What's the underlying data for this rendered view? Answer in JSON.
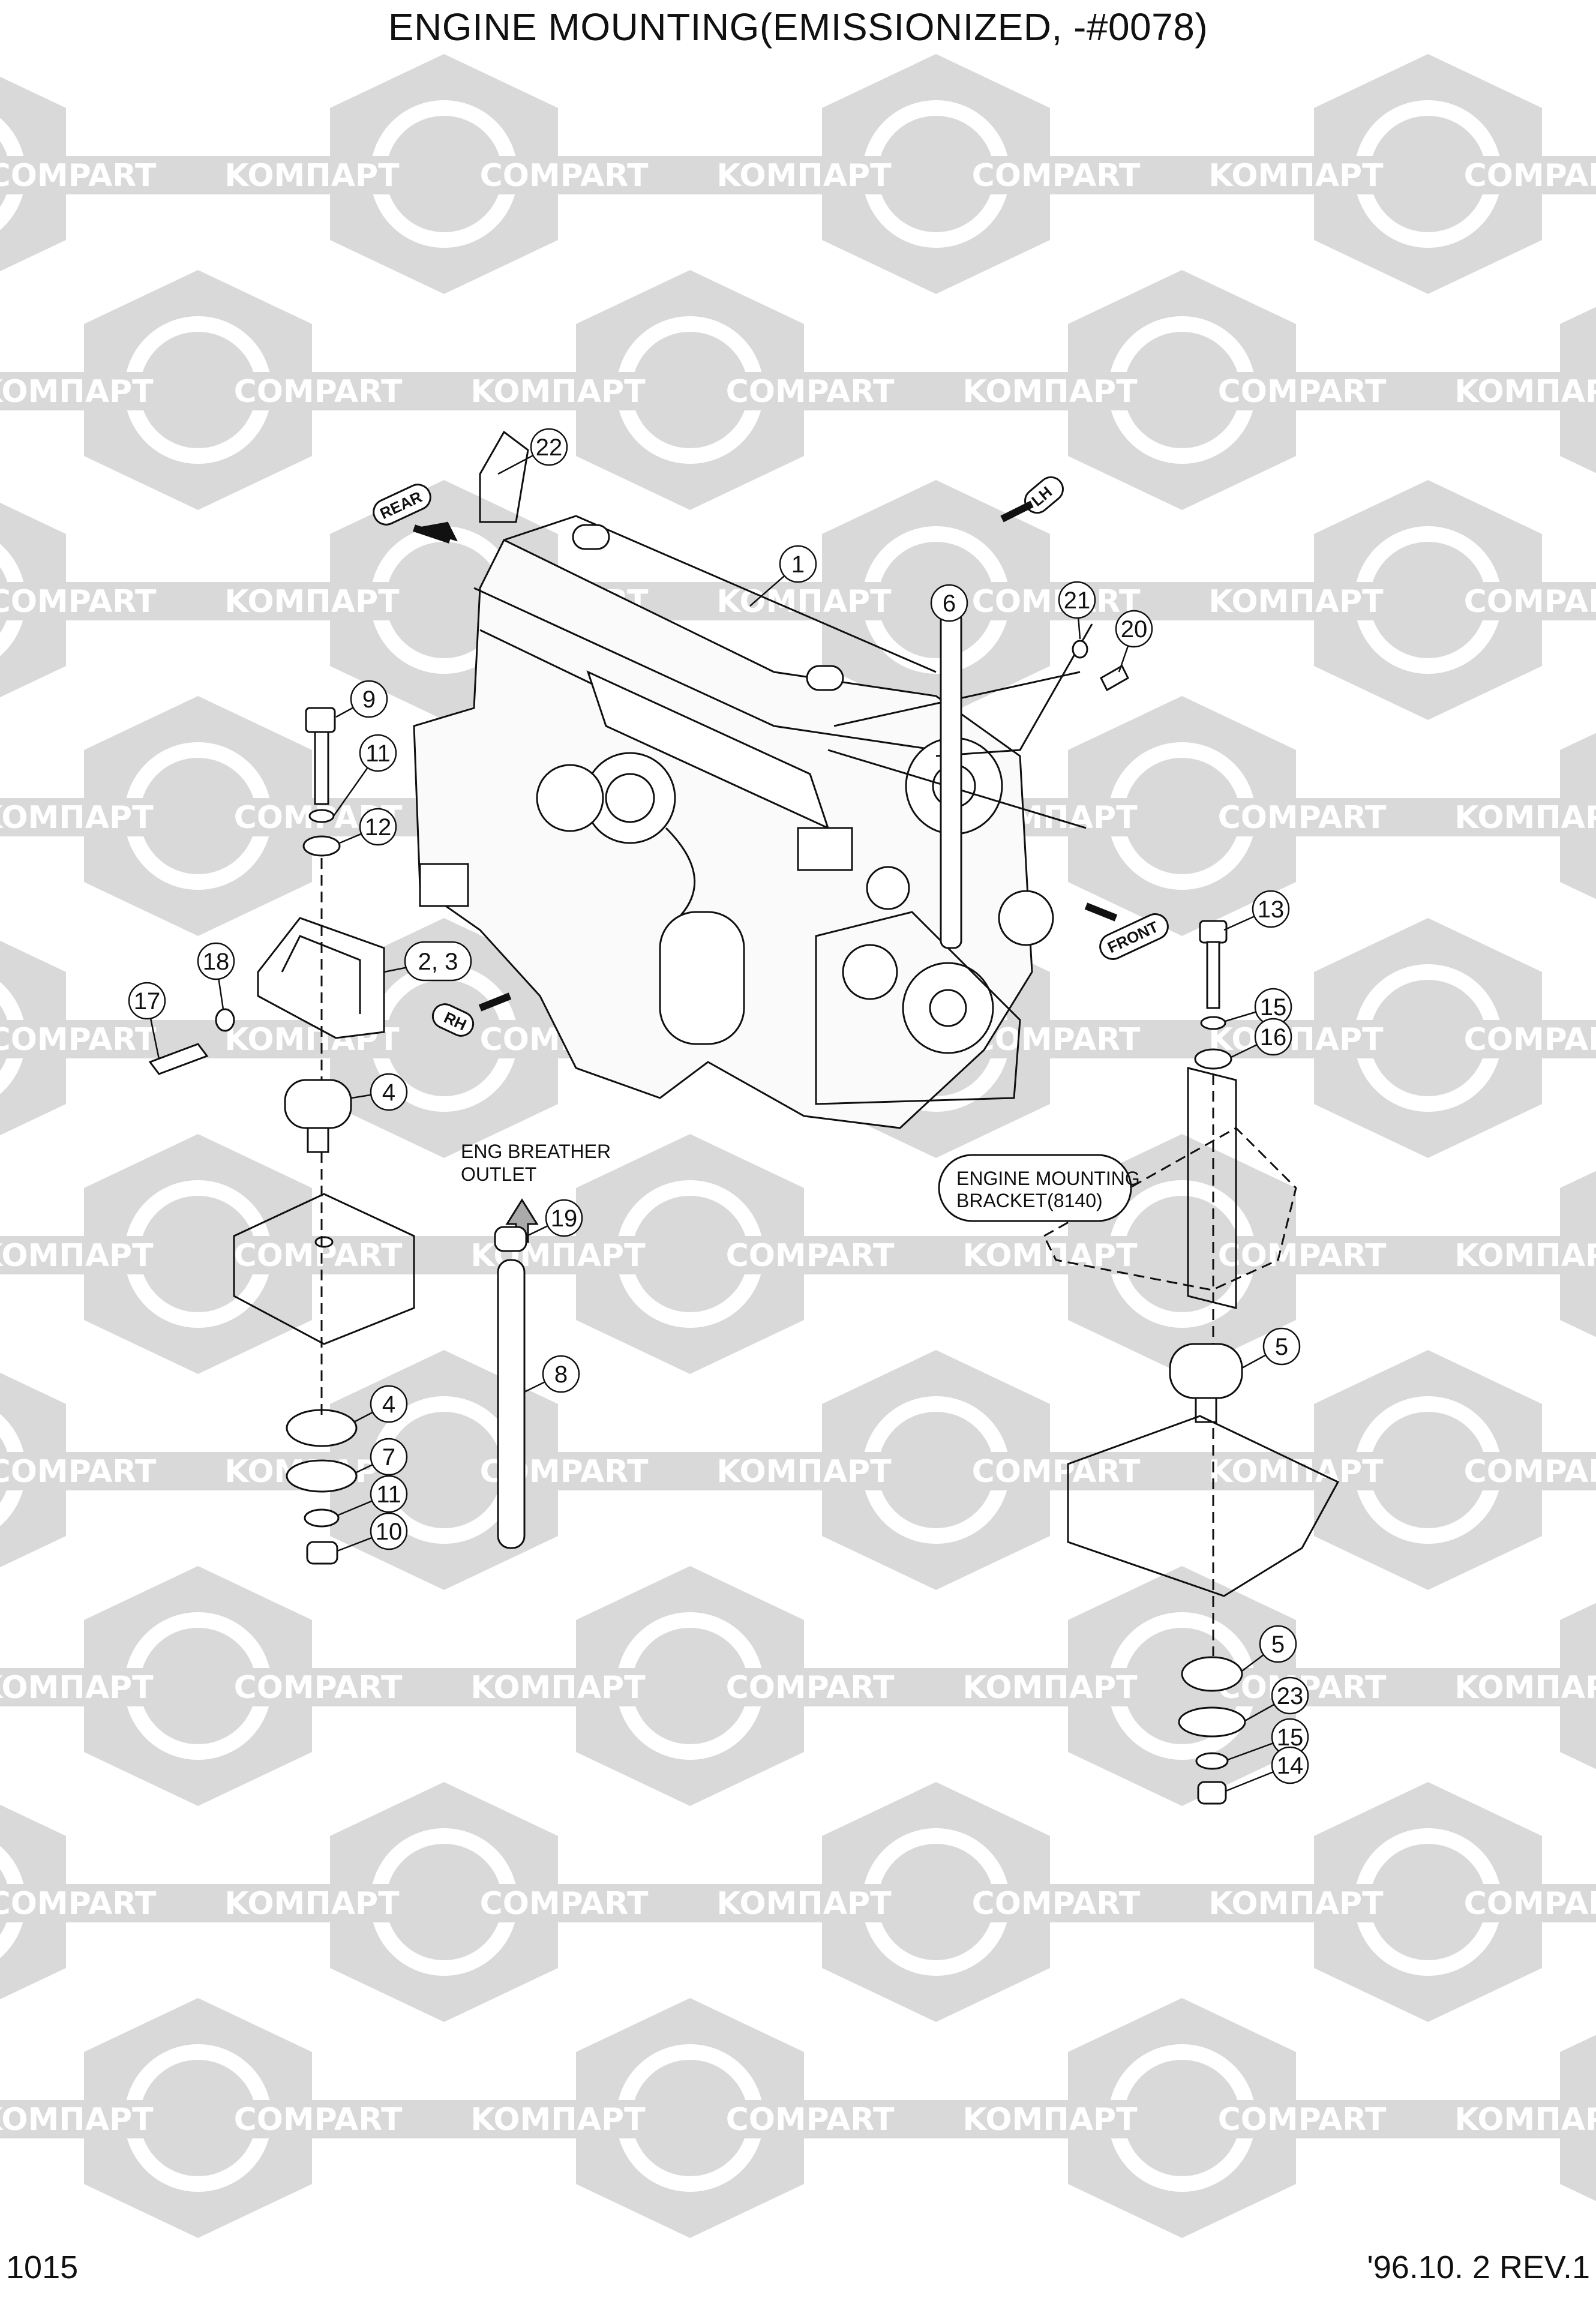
{
  "title": "ENGINE MOUNTING(EMISSIONIZED, -#0078)",
  "page_number": "1015",
  "revision": "'96.10. 2  REV.1",
  "watermark": {
    "left": "KOMПAPT",
    "right": "COMPART",
    "color": "#d9d9d9"
  },
  "directions": {
    "rear": "REAR",
    "lh": "LH",
    "front": "FRONT",
    "rh": "RH"
  },
  "notes": {
    "breather_line1": "ENG BREATHER",
    "breather_line2": "OUTLET",
    "bracket_line1": "ENGINE MOUNTING",
    "bracket_line2": "BRACKET(8140)"
  },
  "callouts": {
    "c1": "1",
    "c23": "2, 3",
    "c4a": "4",
    "c4b": "4",
    "c5a": "5",
    "c5b": "5",
    "c6": "6",
    "c7": "7",
    "c8": "8",
    "c9": "9",
    "c10": "10",
    "c11a": "11",
    "c11b": "11",
    "c12": "12",
    "c13": "13",
    "c14": "14",
    "c15a": "15",
    "c15b": "15",
    "c16": "16",
    "c17": "17",
    "c18": "18",
    "c19": "19",
    "c20": "20",
    "c21": "21",
    "c22": "22",
    "c23b": "23"
  }
}
